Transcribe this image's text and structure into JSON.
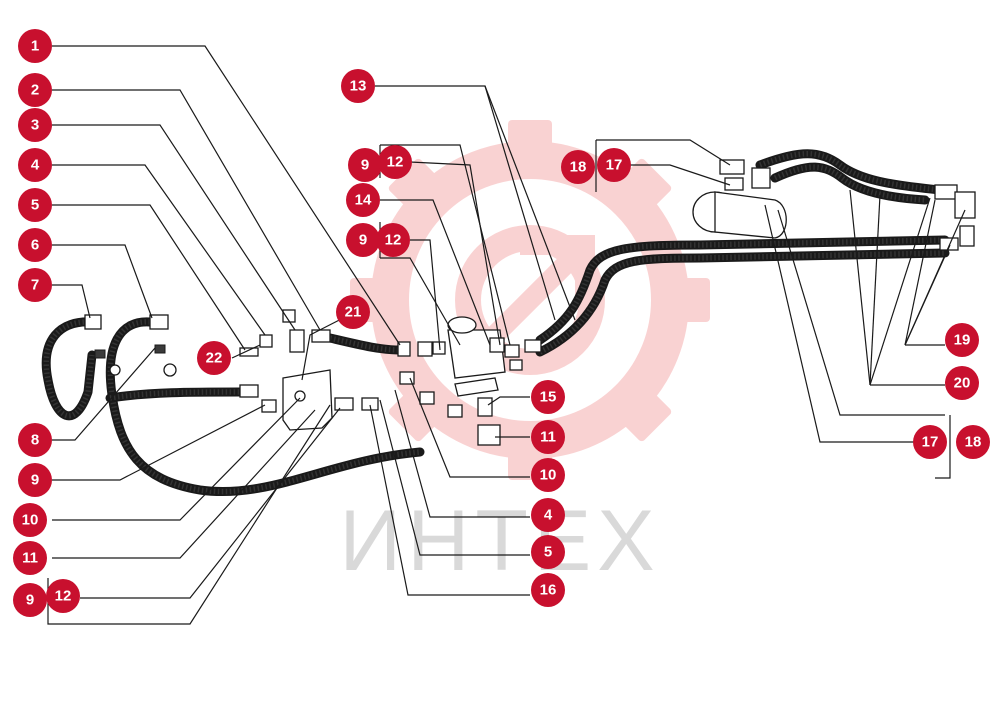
{
  "watermark": {
    "text": "ИНТЕХ",
    "color": "#f3b3b3"
  },
  "accent_color": "#c8102e",
  "callouts": [
    {
      "id": "c1",
      "label": "1"
    },
    {
      "id": "c2",
      "label": "2"
    },
    {
      "id": "c3",
      "label": "3"
    },
    {
      "id": "c4",
      "label": "4"
    },
    {
      "id": "c5",
      "label": "5"
    },
    {
      "id": "c6",
      "label": "6"
    },
    {
      "id": "c7",
      "label": "7"
    },
    {
      "id": "c8",
      "label": "8"
    },
    {
      "id": "c9a",
      "label": "9"
    },
    {
      "id": "c10a",
      "label": "10"
    },
    {
      "id": "c11a",
      "label": "11"
    },
    {
      "id": "c9b",
      "label": "9"
    },
    {
      "id": "c12a",
      "label": "12"
    },
    {
      "id": "c22",
      "label": "22"
    },
    {
      "id": "c21",
      "label": "21"
    },
    {
      "id": "c13",
      "label": "13"
    },
    {
      "id": "c9c",
      "label": "9"
    },
    {
      "id": "c12b",
      "label": "12"
    },
    {
      "id": "c14",
      "label": "14"
    },
    {
      "id": "c9d",
      "label": "9"
    },
    {
      "id": "c12c",
      "label": "12"
    },
    {
      "id": "c15",
      "label": "15"
    },
    {
      "id": "c11b",
      "label": "11"
    },
    {
      "id": "c10b",
      "label": "10"
    },
    {
      "id": "c4b",
      "label": "4"
    },
    {
      "id": "c5b",
      "label": "5"
    },
    {
      "id": "c16",
      "label": "16"
    },
    {
      "id": "c18a",
      "label": "18"
    },
    {
      "id": "c17a",
      "label": "17"
    },
    {
      "id": "c19",
      "label": "19"
    },
    {
      "id": "c20",
      "label": "20"
    },
    {
      "id": "c17b",
      "label": "17"
    },
    {
      "id": "c18b",
      "label": "18"
    }
  ]
}
